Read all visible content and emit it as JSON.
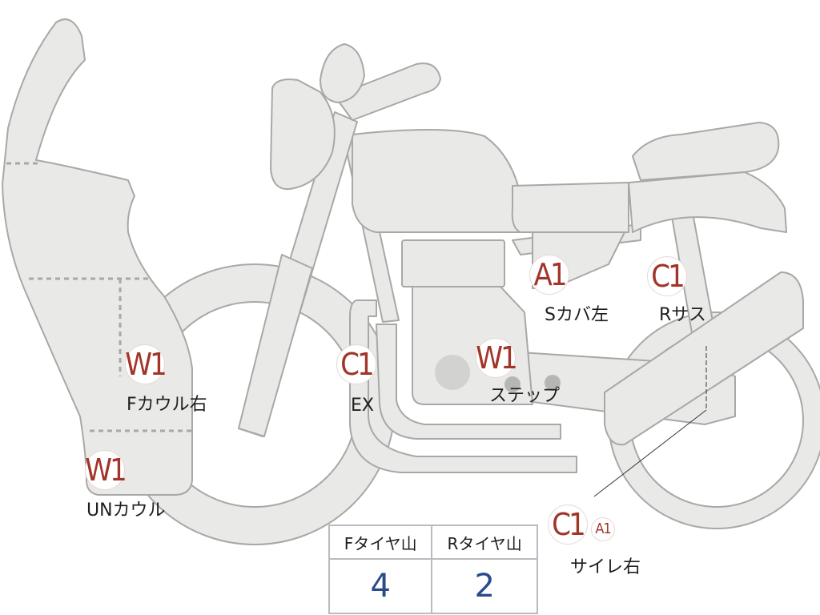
{
  "labels": {
    "un_cowl": {
      "code": "W1",
      "text": "UNカウル"
    },
    "f_cowl_right": {
      "code": "W1",
      "text": "Fカウル右"
    },
    "ex": {
      "code": "C1",
      "text": "EX"
    },
    "step": {
      "code": "W1",
      "text": "ステップ"
    },
    "s_cover_left": {
      "code": "A1",
      "text": "Sカバ左"
    },
    "r_sus": {
      "code": "C1",
      "text": "Rサス"
    },
    "silencer_right": {
      "code": "C1",
      "code2": "A1",
      "text": "サイレ右"
    }
  },
  "tire_table": {
    "front_header": "Fタイヤ山",
    "rear_header": "Rタイヤ山",
    "front_value": "4",
    "rear_value": "2"
  },
  "colors": {
    "body_fill": "#e9e9e7",
    "outline": "#a8a8a6",
    "badge_text": "#a2352a",
    "value_text": "#2a4a8c"
  }
}
